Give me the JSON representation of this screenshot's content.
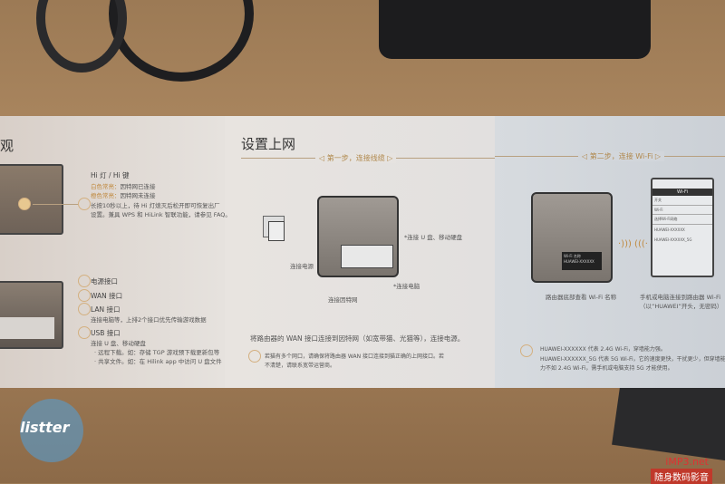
{
  "left_panel": {
    "title_fragment": "观",
    "hi_label": "Hi 灯 / Hi 键",
    "hi_white": "白色常亮：",
    "hi_white_desc": "因特网已连接",
    "hi_orange": "橙色常亮：",
    "hi_orange_desc": "因特网未连接",
    "hi_desc1": "长按10秒以上，待 Hi 灯熄灭后松开即可恢复出厂",
    "hi_desc2": "设置。兼具 WPS 和 HiLink 智联功能，请参见 FAQ。",
    "ports": [
      {
        "label": "电源接口"
      },
      {
        "label": "WAN 接口"
      },
      {
        "label": "LAN 接口",
        "desc": "连接电脑等，上排2个接口优先传输游戏数据"
      },
      {
        "label": "USB 接口",
        "desc": "连接 U 盘、移动硬盘"
      }
    ],
    "usb_notes": [
      "· 远程下载。如：存储 TGP 游戏预下载更新包等",
      "· 共享文件。如：在 Hilink app 中访问 U 盘文件"
    ]
  },
  "middle_panel": {
    "title": "设置上网",
    "step": "◁ 第一步，连接线缆 ▷",
    "labels": {
      "power": "连接电源",
      "usb": "*连接 U 盘、移动硬盘",
      "pc": "*连接电脑",
      "internet": "连接因特网"
    },
    "instruction": "将路由器的 WAN 接口连接到因特网（如宽带猫、光猫等），连接电源。",
    "note1": "若猫有多个网口，请确保将路由器 WAN 接口连接到猫正确的上网接口。若",
    "note2": "不清楚，请联系宽带运营商。"
  },
  "right_panel": {
    "step": "◁ 第二步，连接 Wi-Fi ▷",
    "router_caption": "路由器底部查看 Wi-Fi 名称",
    "router_label1": "Wi-Fi 名称",
    "router_label2": "HUAWEI-XXXXXX",
    "phone_header": "Wi-Fi",
    "phone_items": [
      "开关",
      "Wi-Fi",
      "选择Wi-Fi网络",
      "HUAWEI-XXXXXX",
      "HUAWEI-XXXXXX_5G"
    ],
    "phone_caption1": "手机或电脑连接到路由器 Wi-Fi",
    "phone_caption2": "（以“HUAWEI”开头，无密码）",
    "note1": "HUAWEI-XXXXXX 代表 2.4G Wi-Fi，穿墙能力强。",
    "note2": "HUAWEI-XXXXXX_5G 代表 5G Wi-Fi，它的速度更快，干扰更少，但穿墙能",
    "note3": "力不如 2.4G Wi-Fi，需手机或电脑支持 5G 才能使用。"
  },
  "watermarks": {
    "left": "listter",
    "right_top": "iMP3.net",
    "right_bottom": "随身数码影音"
  }
}
